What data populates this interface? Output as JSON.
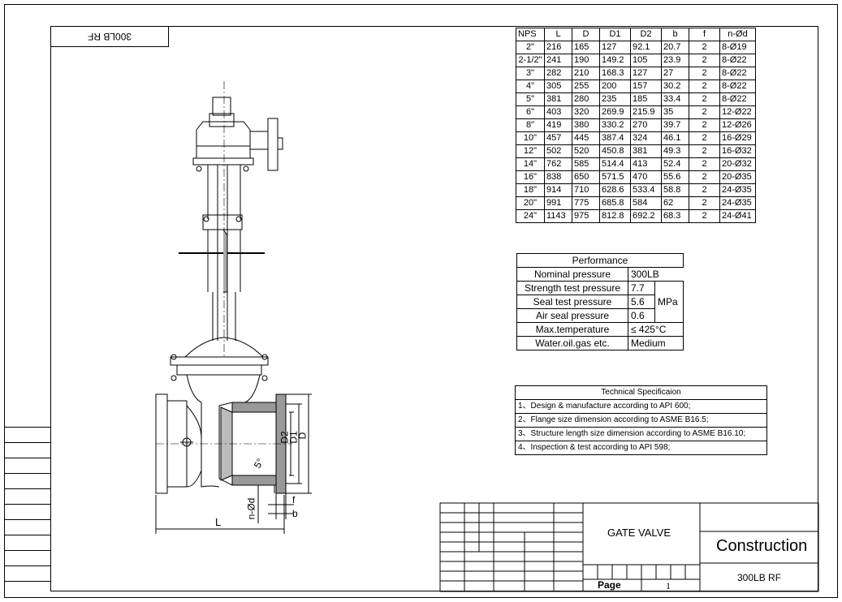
{
  "stamp": "300LB RF",
  "dimensions": {
    "headers": [
      "NPS",
      "L",
      "D",
      "D1",
      "D2",
      "b",
      "f",
      "n-Ød"
    ],
    "rows": [
      [
        "2\"",
        "216",
        "165",
        "127",
        "92.1",
        "20.7",
        "2",
        "8-Ø19"
      ],
      [
        "2-1/2\"",
        "241",
        "190",
        "149.2",
        "105",
        "23.9",
        "2",
        "8-Ø22"
      ],
      [
        "3\"",
        "282",
        "210",
        "168.3",
        "127",
        "27",
        "2",
        "8-Ø22"
      ],
      [
        "4\"",
        "305",
        "255",
        "200",
        "157",
        "30.2",
        "2",
        "8-Ø22"
      ],
      [
        "5\"",
        "381",
        "280",
        "235",
        "185",
        "33.4",
        "2",
        "8-Ø22"
      ],
      [
        "6\"",
        "403",
        "320",
        "269.9",
        "215.9",
        "35",
        "2",
        "12-Ø22"
      ],
      [
        "8\"",
        "419",
        "380",
        "330.2",
        "270",
        "39.7",
        "2",
        "12-Ø26"
      ],
      [
        "10\"",
        "457",
        "445",
        "387.4",
        "324",
        "46.1",
        "2",
        "16-Ø29"
      ],
      [
        "12\"",
        "502",
        "520",
        "450.8",
        "381",
        "49.3",
        "2",
        "16-Ø32"
      ],
      [
        "14\"",
        "762",
        "585",
        "514.4",
        "413",
        "52.4",
        "2",
        "20-Ø32"
      ],
      [
        "16\"",
        "838",
        "650",
        "571.5",
        "470",
        "55.6",
        "2",
        "20-Ø35"
      ],
      [
        "18\"",
        "914",
        "710",
        "628.6",
        "533.4",
        "58.8",
        "2",
        "24-Ø35"
      ],
      [
        "20\"",
        "991",
        "775",
        "685.8",
        "584",
        "62",
        "2",
        "24-Ø35"
      ],
      [
        "24\"",
        "1143",
        "975",
        "812.8",
        "692.2",
        "68.3",
        "2",
        "24-Ø41"
      ]
    ]
  },
  "performance": {
    "title": "Performance",
    "nominal_label": "Nominal pressure",
    "nominal_value": "300LB",
    "strength_label": "Strength test pressure",
    "strength_value": "7.7",
    "seal_label": "Seal test pressure",
    "seal_value": "5.6",
    "air_label": "Air seal pressure",
    "air_value": "0.6",
    "unit": "MPa",
    "temp_label": "Max.temperature",
    "temp_value": "≤ 425°C",
    "medium_label": "Water.oil.gas etc.",
    "medium_value": "Medium"
  },
  "tech_spec": {
    "title": "Technical Specificaion",
    "items": [
      "1、Design & manufacture according to API 600;",
      "2、Flange size dimension according to ASME B16.5;",
      "3、Structure length size dimension according to ASME B16.10;",
      "4、Inspection & test according to API 598;"
    ]
  },
  "drawing_labels": {
    "L": "L",
    "D": "D",
    "D1": "D1",
    "D2": "D2",
    "f": "f",
    "b": "b",
    "nod": "n-Ød",
    "angle": "5°"
  },
  "title_block": {
    "product": "GATE VALVE",
    "title": "Construction",
    "spec": "300LB RF",
    "page_label": "Page",
    "page_number": "1"
  }
}
